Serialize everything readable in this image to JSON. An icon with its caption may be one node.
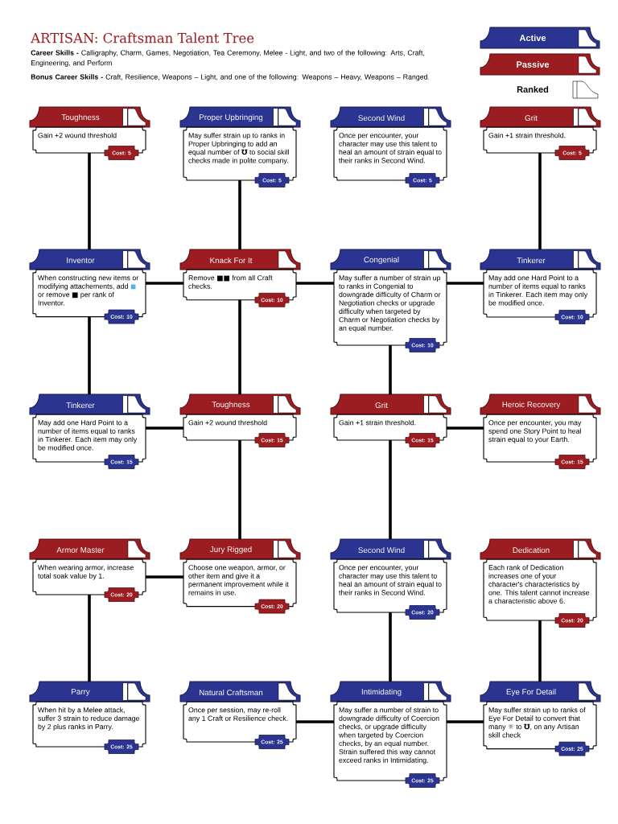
{
  "diagram": {
    "title": "ARTISAN: Craftsman Talent Tree",
    "nodes": [
      {
        "text": [
          "Toughness",
          "Gain +2 wound threshold",
          "Cost: 5"
        ]
      },
      {
        "text": [
          "Proper Upbringing",
          "May suffer strain up to ranks in Proper Upbringing to add an equal number of Ʊ to social skill checks made in polite company.",
          "Cost: 5"
        ]
      },
      {
        "text": [
          "Second Wind",
          "Once per encounter, your character may use this talent to heal an amount of strain equal to their ranks in Second Wind.",
          "Cost: 5"
        ]
      },
      {
        "text": [
          "Grit",
          "Gain +1 strain threshold.",
          "Cost: 5"
        ]
      },
      {
        "text": [
          "Inventor",
          "When constructing new items or modifying attachements, add ◼ or remove ■ per rank of Inventor.",
          "Cost: 10"
        ]
      },
      {
        "text": [
          "Knack For It",
          "Remove ■■ from all Craft checks.",
          "Cost: 10"
        ]
      },
      {
        "text": [
          "Congenial",
          "May suffer a number of strain up to ranks in Congenial to downgrade difficulty of Charm or Negotiation checks or upgrade difficulty when targeted by Charm or Negotiation checks by an equal number.",
          "Cost: 10"
        ]
      },
      {
        "text": [
          "Tinkerer",
          "May add one Hard Point to a number of items equal to ranks in Tinkerer. Each item may only be modified once.",
          "Cost: 10"
        ]
      },
      {
        "text": [
          "Tinkerer",
          "May add one Hard Point to a number of items equal to ranks in Tinkerer. Each item may only be modified once.",
          "Cost: 15"
        ]
      },
      {
        "text": [
          "Toughness",
          "Gain +2 wound threshold",
          "Cost: 15"
        ]
      },
      {
        "text": [
          "Grit",
          "Gain +1 strain threshold.",
          "Cost: 15"
        ]
      },
      {
        "text": [
          "Heroic Recovery",
          "Once per encounter, you may spend one Story Point to heal strain equal to your Earth.",
          "Cost: 15"
        ]
      },
      {
        "text": [
          "Armor Master",
          "When wearing armor, increase total soak value by 1.",
          "Cost: 20"
        ]
      },
      {
        "text": [
          "Jury Rigged",
          "Choose one weapon, armor, or other item and give it a permanent improvement while it remains in use.",
          "Cost: 20"
        ]
      },
      {
        "text": [
          "Second Wind",
          "Once per encounter, your character may use this talent to heal an amount of strain equal to their ranks in Second Wind.",
          "Cost: 20"
        ]
      },
      {
        "text": [
          "Dedication",
          "Each rank of Dedication increases one of your character's characteristics by one. This talent cannot increase a characteristic above 6.",
          "Cost: 20"
        ]
      },
      {
        "text": [
          "Parry",
          "When hit by a Melee attack, suffer 3 strain to reduce damage by 2 plus ranks in Parry.",
          "Cost: 25"
        ]
      },
      {
        "text": [
          "Natural Craftsman",
          "Once per session, may re-roll any 1 Craft or Resilience check.",
          "Cost: 25"
        ]
      },
      {
        "text": [
          "Intimidating",
          "May suffer a number of strain to downgrade difficulty of Coercion checks, or upgrade difficulty when targeted by Coercion checks, by an equal number. Strain suffered this way cannot exceed ranks in Intimidating.",
          "Cost: 25"
        ]
      },
      {
        "text": [
          "Eye For Detail",
          "May suffer strain up to ranks of Eye For Detail to convert that many ☼ to Ʊ, on any Artisan skill check",
          "Cost: 25"
        ]
      }
    ],
    "edges": [
      {
        "from": 0,
        "to": 4,
        "arrow": "none"
      },
      {
        "from": 1,
        "to": 5,
        "arrow": "none"
      },
      {
        "from": 3,
        "to": 7,
        "arrow": "none"
      },
      {
        "from": 4,
        "to": 5,
        "arrow": "none"
      },
      {
        "from": 5,
        "to": 6,
        "arrow": "none"
      },
      {
        "from": 6,
        "to": 7,
        "arrow": "none"
      },
      {
        "from": 4,
        "to": 8,
        "arrow": "none"
      },
      {
        "from": 5,
        "to": 9,
        "arrow": "none"
      },
      {
        "from": 6,
        "to": 10,
        "arrow": "none"
      },
      {
        "from": 8,
        "to": 9,
        "arrow": "none"
      },
      {
        "from": 10,
        "to": 11,
        "arrow": "none"
      },
      {
        "from": 9,
        "to": 13,
        "arrow": "none"
      },
      {
        "from": 10,
        "to": 14,
        "arrow": "none"
      },
      {
        "from": 12,
        "to": 13,
        "arrow": "none"
      },
      {
        "from": 12,
        "to": 16,
        "arrow": "none"
      },
      {
        "from": 14,
        "to": 18,
        "arrow": "none"
      },
      {
        "from": 15,
        "to": 19,
        "arrow": "none"
      },
      {
        "from": 17,
        "to": 18,
        "arrow": "none"
      },
      {
        "from": 18,
        "to": 19,
        "arrow": "none"
      }
    ],
    "labels": [
      "**Career Skills -** Calligraphy, Charm, Games, Negotiation, Tea Ceremony, Melee - Light, and two of the following: Arts, Craft, Engineering, and Perform",
      "**Bonus Career Skills -** Craft, Resilience, Weapons – Light, and one of the following: Weapons – Heavy, Weapons – Ranged."
    ],
    "legend": [
      {
        "text": "Active",
        "color": "#2b3490"
      },
      {
        "text": "Passive",
        "color": "#9b1d21"
      },
      {
        "text": "Ranked"
      }
    ]
  }
}
